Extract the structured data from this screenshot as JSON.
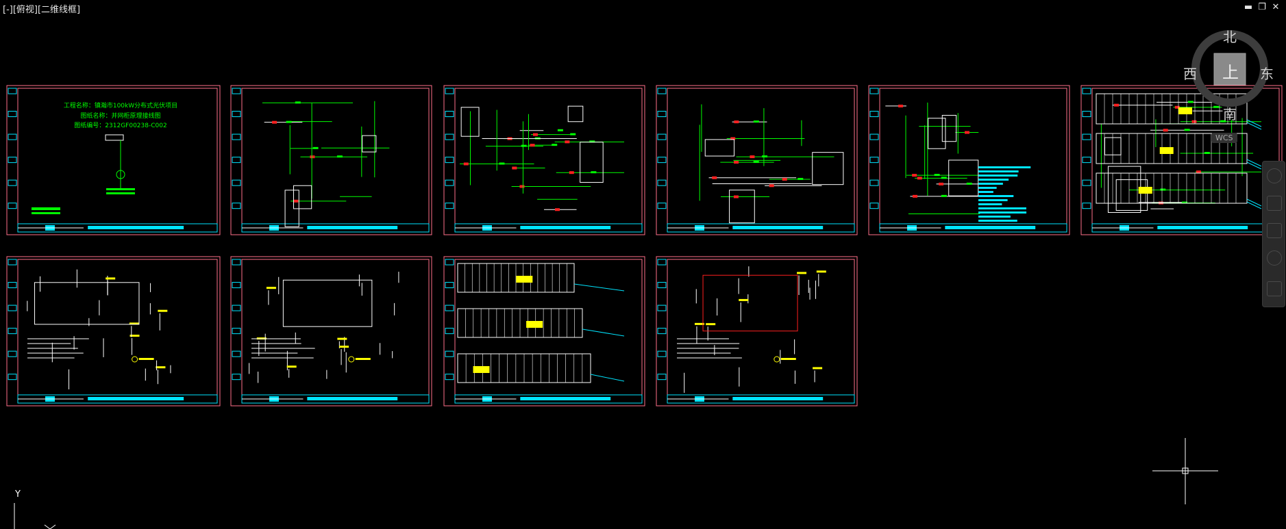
{
  "viewport": {
    "label": "[-][俯视][二维线框]"
  },
  "window_controls": {
    "minimize": "▬",
    "restore": "❐",
    "close": "✕"
  },
  "viewcube": {
    "north": "北",
    "south": "南",
    "west": "西",
    "east": "东",
    "face": "上",
    "wcs": "WCS"
  },
  "ucs": {
    "y_label": "Y"
  },
  "sheet1": {
    "line1": "工程名称：镇瀚市100kW分布式光伏项目",
    "line2": "图纸名称：并网柜原理接线图",
    "line3": "图纸编号：2312GF00238-C002"
  },
  "colors": {
    "background": "#000000",
    "frame": "#ff6f8a",
    "titleblock": "#00e5ff",
    "wire": "#00ff00",
    "text": "#ffffff",
    "accent": "#ffff00",
    "mark": "#ff2020"
  }
}
